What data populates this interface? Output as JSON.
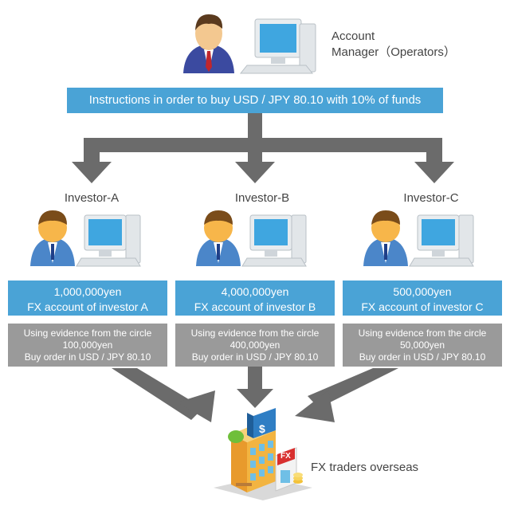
{
  "manager": {
    "label_line1": "Account",
    "label_line2": "Manager（Operators）",
    "instruction": "Instructions in order to buy USD / JPY 80.10 with 10% of funds"
  },
  "investors": [
    {
      "name": "Investor-A",
      "amount": "1,000,000yen",
      "account": "FX account of investor A",
      "order_line1": "Using evidence from the circle",
      "order_line2": "100,000yen",
      "order_line3": "Buy order in USD / JPY 80.10"
    },
    {
      "name": "Investor-B",
      "amount": "4,000,000yen",
      "account": "FX account of investor B",
      "order_line1": "Using evidence from the circle",
      "order_line2": "400,000yen",
      "order_line3": "Buy order in USD / JPY 80.10"
    },
    {
      "name": "Investor-C",
      "amount": "500,000yen",
      "account": "FX account of investor C",
      "order_line1": "Using evidence from the circle",
      "order_line2": "50,000yen",
      "order_line3": "Buy order in USD / JPY 80.10"
    }
  ],
  "destination": {
    "label": "FX traders overseas",
    "sign_dollar": "$",
    "sign_fx": "FX"
  },
  "colors": {
    "blue_bar": "#4aa3d6",
    "gray_bar": "#9a9a9a",
    "arrow": "#6b6b6b"
  }
}
